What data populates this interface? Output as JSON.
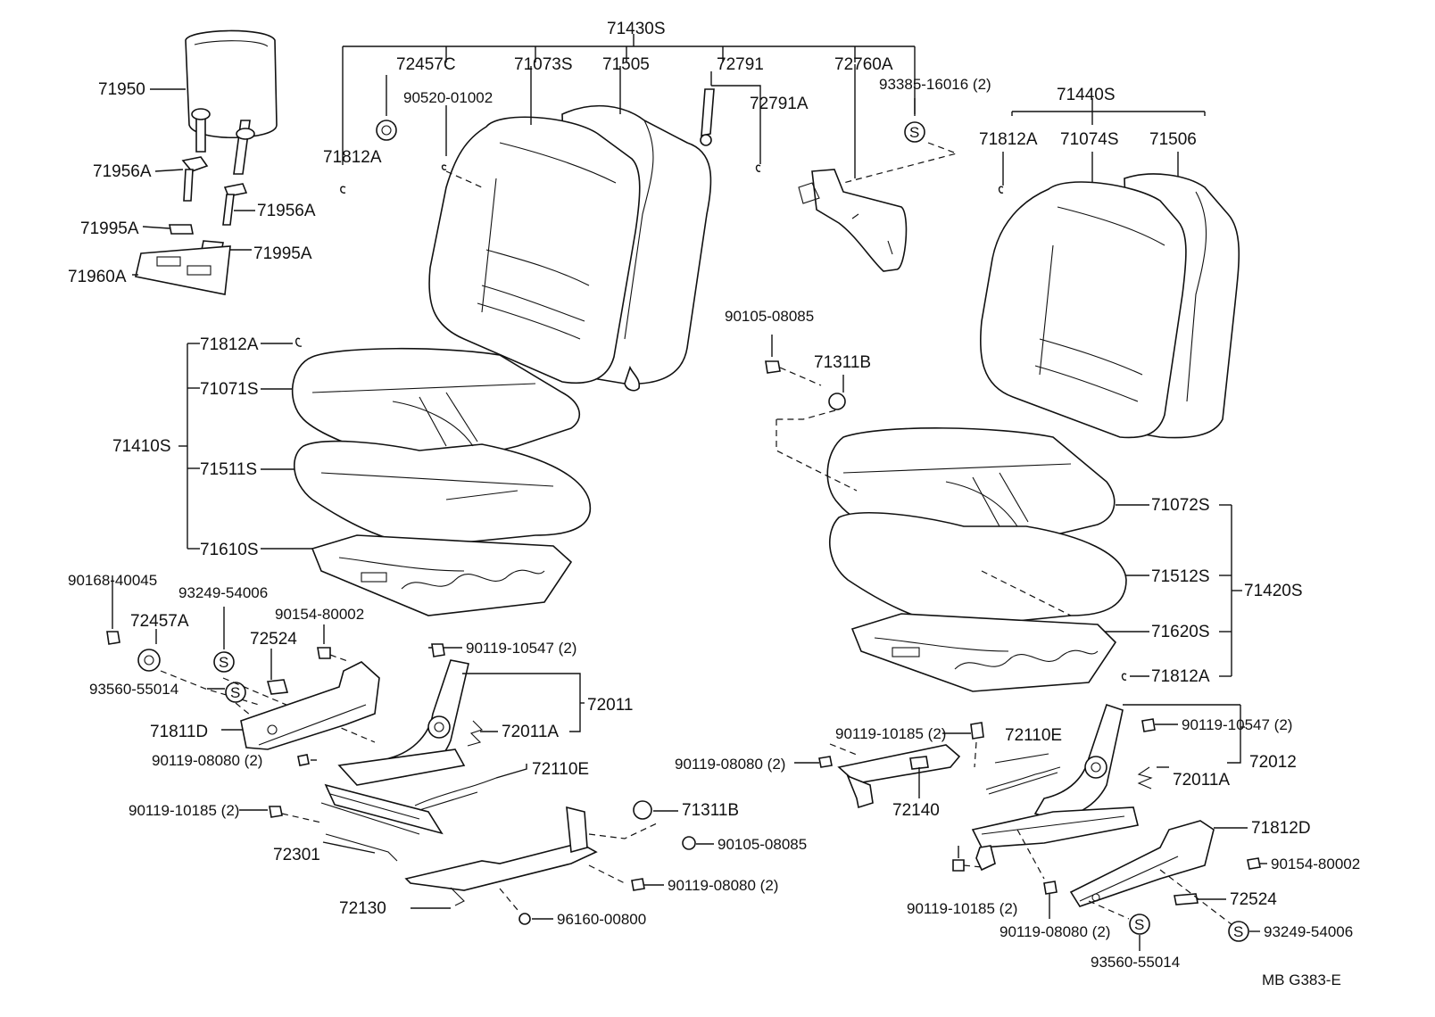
{
  "diagram": {
    "sheet_code": "MB  G383-E",
    "labels": {
      "l71430S": "71430S",
      "l72457C": "72457C",
      "l71073S": "71073S",
      "l71505": "71505",
      "l72791": "72791",
      "l72760A": "72760A",
      "l90520": "90520-01002",
      "l72791A": "72791A",
      "l93385": "93385-16016 (2)",
      "l71812A_top": "71812A",
      "l71950": "71950",
      "l71956A_l": "71956A",
      "l71956A_r": "71956A",
      "l71995A_l": "71995A",
      "l71995A_r": "71995A",
      "l71960A": "71960A",
      "l71440S": "71440S",
      "l71812A_right": "71812A",
      "l71074S": "71074S",
      "l71506": "71506",
      "l71812A_mid": "71812A",
      "l71071S": "71071S",
      "l71410S": "71410S",
      "l71511S": "71511S",
      "l71610S": "71610S",
      "l90105_top": "90105-08085",
      "l71311B_top": "71311B",
      "l71072S": "71072S",
      "l71512S": "71512S",
      "l71420S": "71420S",
      "l71620S": "71620S",
      "l71812A_bot": "71812A",
      "l90168": "90168-40045",
      "l93249_l": "93249-54006",
      "l90154_l": "90154-80002",
      "l72457A": "72457A",
      "l72524_l": "72524",
      "l93560_l": "93560-55014",
      "l90119_10547_l": "90119-10547 (2)",
      "l72011": "72011",
      "l72011A": "72011A",
      "l71811D": "71811D",
      "l90119_08080_l": "90119-08080 (2)",
      "l72110E_l": "72110E",
      "l90119_10185_l": "90119-10185 (2)",
      "l71311B_bot": "71311B",
      "l90105_bot": "90105-08085",
      "l72301": "72301",
      "l90119_08080_m": "90119-08080 (2)",
      "l72130": "72130",
      "l96160": "96160-00800",
      "l90119_10185_r": "90119-10185 (2)",
      "l72110E_r": "72110E",
      "l90119_08080_r": "90119-08080 (2)",
      "l72140": "72140",
      "l90119_10547_r": "90119-10547 (2)",
      "l72012": "72012",
      "l72011A_r": "72011A",
      "l71812D": "71812D",
      "l90154_r": "90154-80002",
      "l72524_r": "72524",
      "l90119_10185_b": "90119-10185 (2)",
      "l90119_08080_b": "90119-08080 (2)",
      "l93249_r": "93249-54006",
      "l93560_r": "93560-55014"
    },
    "symbols": {
      "s_mark": "S"
    }
  }
}
